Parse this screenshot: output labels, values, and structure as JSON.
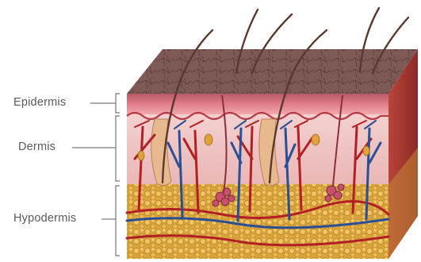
{
  "labels": {
    "epidermis": "Epidermis",
    "dermis": "Dermis",
    "hypodermis": "Hypodermis"
  },
  "colors": {
    "label_text": "#5a5a5a",
    "leader_line": "#777777",
    "surface": "#7a5552",
    "epidermis": "#d9707e",
    "dermis": "#efc7c4",
    "hypodermis": "#d9a43a",
    "side_face": "#a4312c",
    "hair": "#5a3a2c",
    "artery": "#b21f24",
    "vein": "#2a4f95"
  }
}
